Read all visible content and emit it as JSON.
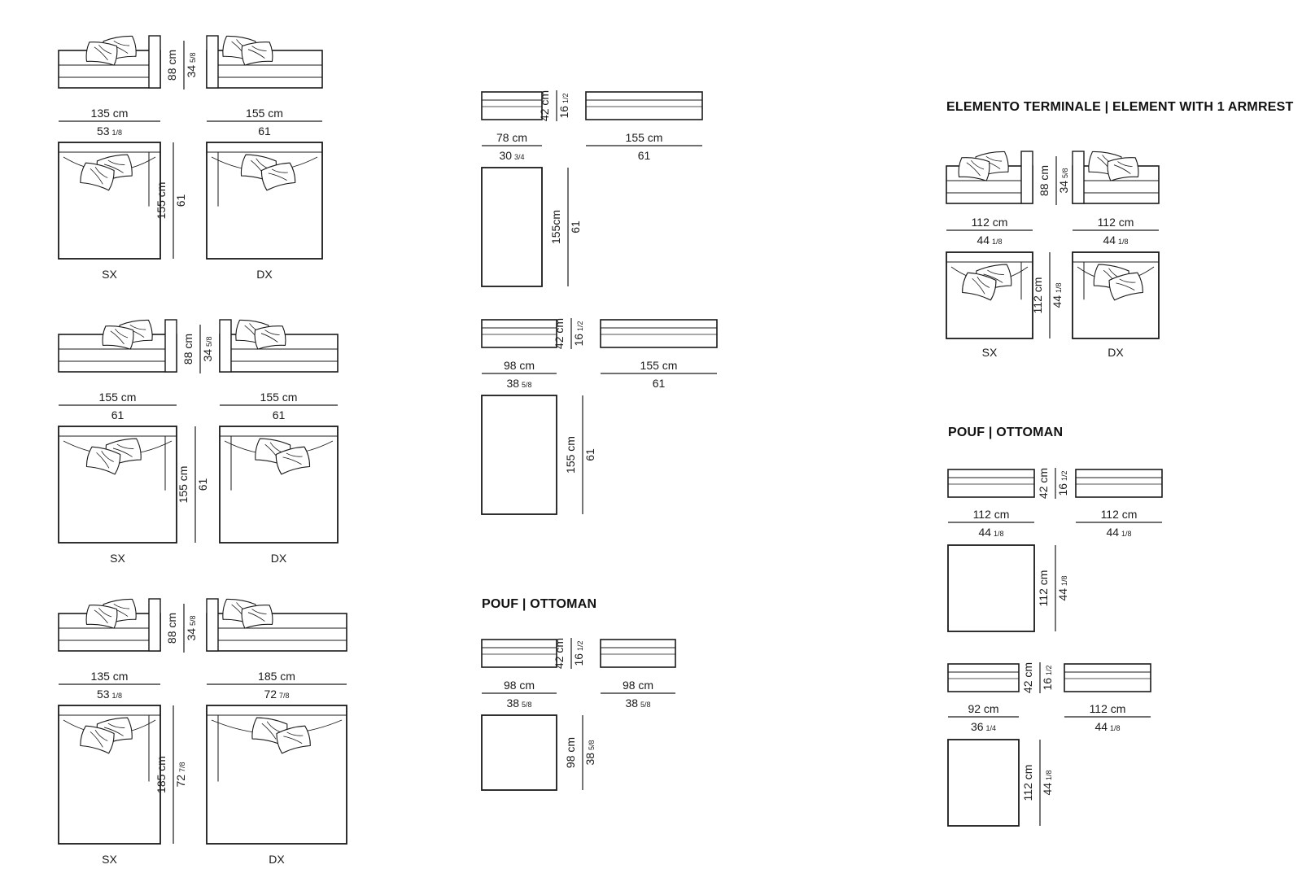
{
  "headers": {
    "element_with_armrest": "ELEMENTO TERMINALE | ELEMENT WITH 1 ARMREST",
    "pouf_mid": "POUF | OTTOMAN",
    "pouf_right": "POUF | OTTOMAN"
  },
  "side_labels": {
    "left": "SX",
    "right": "DX"
  },
  "chaise_groups": [
    {
      "height": {
        "cm": "88 cm",
        "in_whole": "34",
        "in_frac": "5/8"
      },
      "left": {
        "width": {
          "cm": "135 cm",
          "in_whole": "53",
          "in_frac": "1/8"
        }
      },
      "right": {
        "width": {
          "cm": "155 cm",
          "in_whole": "61",
          "in_frac": ""
        }
      },
      "depth": {
        "cm": "155 cm",
        "in_whole": "61",
        "in_frac": ""
      }
    },
    {
      "height": {
        "cm": "88 cm",
        "in_whole": "34",
        "in_frac": "5/8"
      },
      "left": {
        "width": {
          "cm": "155 cm",
          "in_whole": "61",
          "in_frac": ""
        }
      },
      "right": {
        "width": {
          "cm": "155 cm",
          "in_whole": "61",
          "in_frac": ""
        }
      },
      "depth": {
        "cm": "155 cm",
        "in_whole": "61",
        "in_frac": ""
      }
    },
    {
      "height": {
        "cm": "88 cm",
        "in_whole": "34",
        "in_frac": "5/8"
      },
      "left": {
        "width": {
          "cm": "135 cm",
          "in_whole": "53",
          "in_frac": "1/8"
        }
      },
      "right": {
        "width": {
          "cm": "185 cm",
          "in_whole": "72",
          "in_frac": "7/8"
        }
      },
      "depth": {
        "cm": "185 cm",
        "in_whole": "72",
        "in_frac": "7/8"
      }
    }
  ],
  "mid_elements": [
    {
      "height": {
        "cm": "42 cm",
        "in_whole": "16",
        "in_frac": "1/2"
      },
      "front": {
        "cm": "78 cm",
        "in_whole": "30",
        "in_frac": "3/4"
      },
      "side": {
        "cm": "155 cm",
        "in_whole": "61",
        "in_frac": ""
      },
      "depth": {
        "cm": "155cm",
        "in_whole": "61",
        "in_frac": ""
      }
    },
    {
      "height": {
        "cm": "42 cm",
        "in_whole": "16",
        "in_frac": "1/2"
      },
      "front": {
        "cm": "98 cm",
        "in_whole": "38",
        "in_frac": "5/8"
      },
      "side": {
        "cm": "155 cm",
        "in_whole": "61",
        "in_frac": ""
      },
      "depth": {
        "cm": "155 cm",
        "in_whole": "61",
        "in_frac": ""
      }
    },
    {
      "height": {
        "cm": "42 cm",
        "in_whole": "16",
        "in_frac": "1/2"
      },
      "front": {
        "cm": "98 cm",
        "in_whole": "38",
        "in_frac": "5/8"
      },
      "side": {
        "cm": "98 cm",
        "in_whole": "38",
        "in_frac": "5/8"
      },
      "depth": {
        "cm": "98 cm",
        "in_whole": "38",
        "in_frac": "5/8"
      }
    }
  ],
  "armrest_element": {
    "height": {
      "cm": "88 cm",
      "in_whole": "34",
      "in_frac": "5/8"
    },
    "left": {
      "width": {
        "cm": "112 cm",
        "in_whole": "44",
        "in_frac": "1/8"
      }
    },
    "right": {
      "width": {
        "cm": "112 cm",
        "in_whole": "44",
        "in_frac": "1/8"
      }
    },
    "depth": {
      "cm": "112 cm",
      "in_whole": "44",
      "in_frac": "1/8"
    }
  },
  "right_poufs": [
    {
      "height": {
        "cm": "42 cm",
        "in_whole": "16",
        "in_frac": "1/2"
      },
      "front": {
        "cm": "112 cm",
        "in_whole": "44",
        "in_frac": "1/8"
      },
      "side": {
        "cm": "112 cm",
        "in_whole": "44",
        "in_frac": "1/8"
      },
      "depth": {
        "cm": "112 cm",
        "in_whole": "44",
        "in_frac": "1/8"
      }
    },
    {
      "height": {
        "cm": "42 cm",
        "in_whole": "16",
        "in_frac": "1/2"
      },
      "front": {
        "cm": "92 cm",
        "in_whole": "36",
        "in_frac": "1/4"
      },
      "side": {
        "cm": "112 cm",
        "in_whole": "44",
        "in_frac": "1/8"
      },
      "depth": {
        "cm": "112 cm",
        "in_whole": "44",
        "in_frac": "1/8"
      }
    }
  ]
}
